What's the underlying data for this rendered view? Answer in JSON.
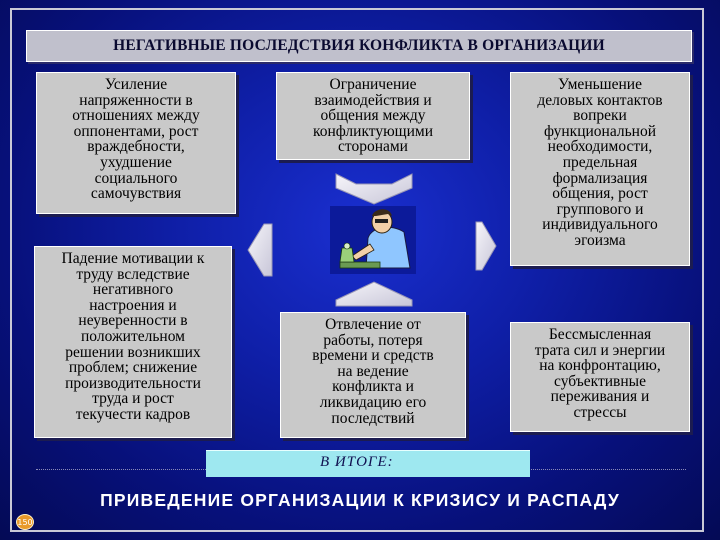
{
  "title": "НЕГАТИВНЫЕ ПОСЛЕДСТВИЯ КОНФЛИКТА В ОРГАНИЗАЦИИ",
  "boxes": {
    "box1": [
      "Усиление",
      "напряженности в",
      "отношениях между",
      "оппонентами, рост",
      "враждебности,",
      "ухудшение",
      "социального",
      "самочувствия"
    ],
    "box2": [
      "Ограничение",
      "взаимодействия и",
      "общения между",
      "конфликтующими",
      "сторонами"
    ],
    "box3": [
      "Уменьшение",
      "деловых контактов",
      "вопреки",
      "функциональной",
      "необходимости,",
      "предельная",
      "формализация",
      "общения, рост",
      "группового и",
      "индивидуального",
      "эгоизма"
    ],
    "box4": [
      "Падение мотивации к",
      "труду вследствие",
      "негативного",
      "настроения и",
      "неуверенности в",
      "положительном",
      "решении возникших",
      "проблем; снижение",
      "производительности",
      "труда и рост",
      "текучести кадров"
    ],
    "box5": [
      "Отвлечение от",
      "работы, потеря",
      "времени и средств",
      "на ведение",
      "конфликта и",
      "ликвидацию его",
      "последствий"
    ],
    "box6": [
      "Бессмысленная",
      "трата сил и энергии",
      "на конфронтацию,",
      "субъективные",
      "переживания и",
      "стрессы"
    ]
  },
  "result_label": "В ИТОГЕ:",
  "conclusion": "ПРИВЕДЕНИЕ ОРГАНИЗАЦИИ К КРИЗИСУ И РАСПАДУ",
  "page_badge": "150",
  "colors": {
    "background": "#0f1fa8",
    "box_fill": "#c9c9c9",
    "title_fill": "#c0c0cc",
    "result_fill": "#9ee8f0",
    "arrow_fill": "#eceaf2",
    "conclusion_text": "#ffffff"
  },
  "icons": {
    "center": "person-at-desk-icon",
    "arrows": [
      "arrow-down-icon",
      "arrow-left-icon",
      "arrow-right-icon",
      "arrow-up-icon"
    ]
  }
}
